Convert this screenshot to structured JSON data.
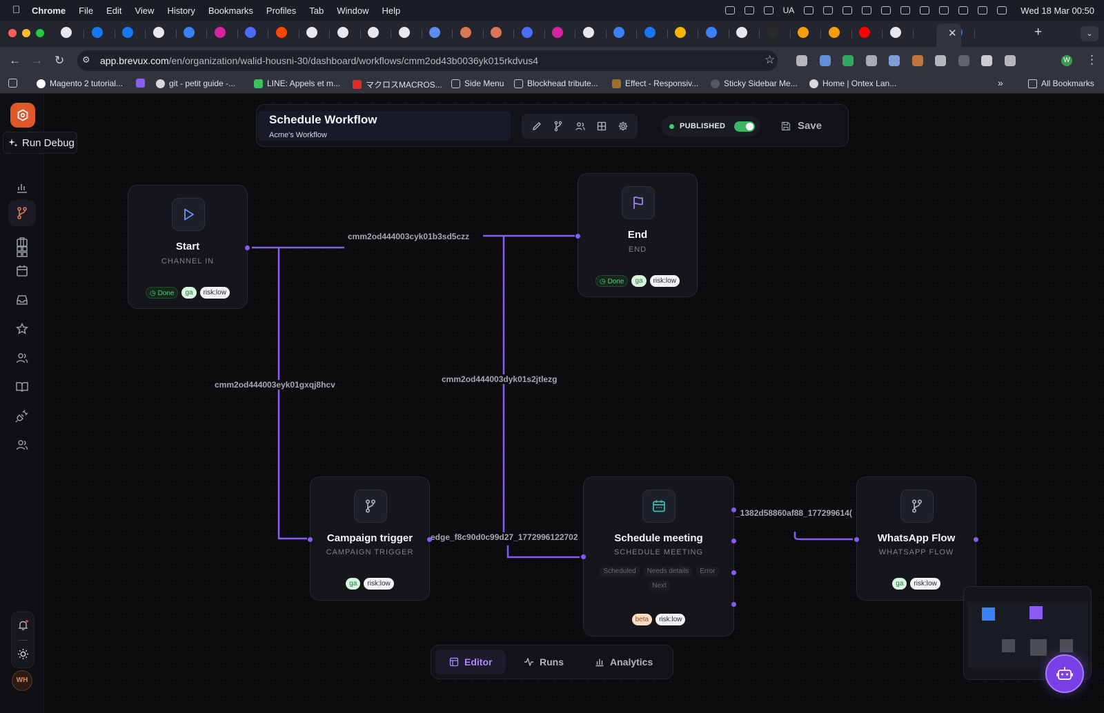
{
  "macos": {
    "app_name": "Chrome",
    "menu": [
      "File",
      "Edit",
      "View",
      "History",
      "Bookmarks",
      "Profiles",
      "Tab",
      "Window",
      "Help"
    ],
    "input_indicator": "UA",
    "clock": "Wed 18 Mar  00:50"
  },
  "browser": {
    "url_host": "app.brevux.com",
    "url_path": "/en/organization/walid-housni-30/dashboard/workflows/cmm2od43b0036yk015rkdvus4",
    "profile_initial": "W",
    "bookmarks": [
      "Magento 2 tutorial...",
      "git - petit guide -...",
      "LINE: Appels et m...",
      "マクロスMACROS...",
      "Side Menu",
      "Blockhead tribute...",
      "Effect - Responsiv...",
      "Sticky Sidebar Me...",
      "Home | Ontex Lan..."
    ],
    "all_bookmarks": "All Bookmarks",
    "overflow": "»"
  },
  "sidebar": {
    "tooltip": "Run Debug",
    "avatar_initials": "WH"
  },
  "header": {
    "title": "Schedule Workflow",
    "subtitle": "Acme's Workflow",
    "status": "PUBLISHED",
    "save_label": "Save"
  },
  "edges": {
    "start_end": "cmm2od444003cyk01b3sd5czz",
    "start_campaign": "cmm2od444003eyk01gxqj8hcv",
    "campaign_end": "cmm2od444003dyk01s2jtlezg",
    "campaign_schedule": "edge_f8c90d0c99d27_1772996122702",
    "schedule_whatsapp": "_1382d58860af88_177299614("
  },
  "nodes": {
    "start": {
      "title": "Start",
      "type": "CHANNEL IN",
      "done": "Done",
      "tag1": "ga",
      "tag2": "risk:low"
    },
    "end": {
      "title": "End",
      "type": "END",
      "done": "Done",
      "tag1": "ga",
      "tag2": "risk:low"
    },
    "campaign": {
      "title": "Campaign trigger",
      "type": "CAMPAIGN TRIGGER",
      "tag1": "ga",
      "tag2": "risk:low"
    },
    "schedule": {
      "title": "Schedule meeting",
      "type": "SCHEDULE MEETING",
      "outcomes": [
        "Scheduled",
        "Needs details",
        "Error",
        "Next"
      ],
      "tag1": "beta",
      "tag2": "risk:low"
    },
    "whatsapp": {
      "title": "WhatsApp Flow",
      "type": "WHATSAPP FLOW",
      "tag1": "ga",
      "tag2": "risk:low"
    }
  },
  "bottom_tabs": {
    "editor": "Editor",
    "runs": "Runs",
    "analytics": "Analytics"
  },
  "colors": {
    "accent": "#8a5cf6",
    "brand": "#e0572a",
    "published": "#3cb566"
  }
}
